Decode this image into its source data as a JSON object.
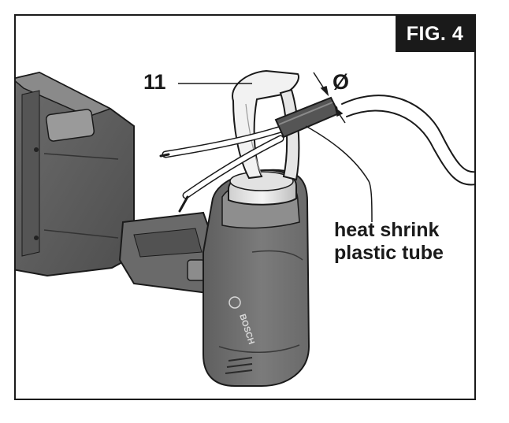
{
  "figure": {
    "badge": "FIG. 4"
  },
  "callouts": {
    "part_number": "11",
    "diameter_symbol": "Ø",
    "tube_line1": "heat shrink",
    "tube_line2": "plastic tube"
  },
  "tool": {
    "brand_text": "BOSCH"
  }
}
